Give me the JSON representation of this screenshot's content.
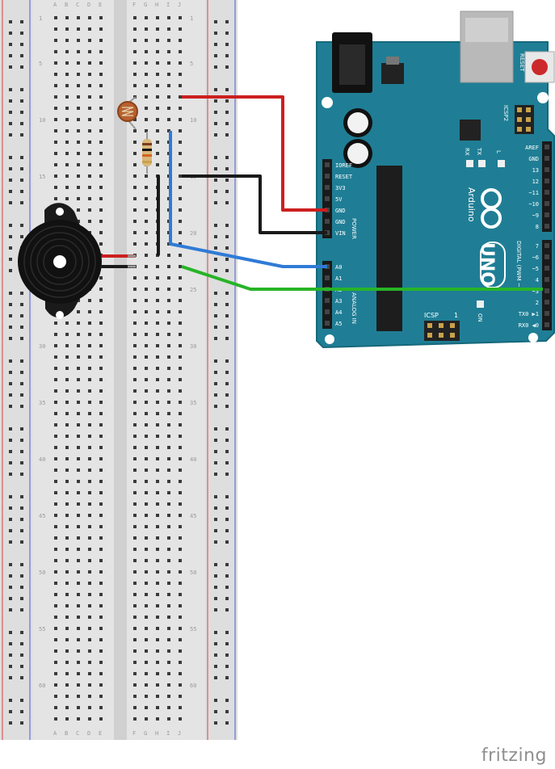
{
  "breadboard": {
    "column_letters_left": [
      "A",
      "B",
      "C",
      "D",
      "E"
    ],
    "column_letters_right": [
      "F",
      "G",
      "H",
      "I",
      "J"
    ],
    "row_numbers": [
      "1",
      "5",
      "10",
      "15",
      "20",
      "25",
      "30",
      "35",
      "40",
      "45",
      "50",
      "55",
      "60"
    ],
    "row_count": 63
  },
  "arduino": {
    "logo_text": "Arduino",
    "model_text": "UNO",
    "reset_label": "RESET",
    "icsp2_label": "ICSP2",
    "icsp_label": "ICSP",
    "icsp_one": "1",
    "rx_label": "RX",
    "tx_label": "TX",
    "l_label": "L",
    "on_label": "ON",
    "power_label": "POWER",
    "analog_label": "ANALOG IN",
    "digital_label": "DIGITAL (PWM ~)",
    "power_pins": [
      "IOREF",
      "RESET",
      "3V3",
      "5V",
      "GND",
      "GND",
      "VIN"
    ],
    "analog_pins": [
      "A0",
      "A1",
      "A2",
      "A3",
      "A4",
      "A5"
    ],
    "digital_header_top": [
      "AREF",
      "GND",
      "13",
      "12",
      "~11",
      "~10",
      "~9",
      "8"
    ],
    "digital_header_bottom": [
      "7",
      "~6",
      "~5",
      "4",
      "~3",
      "2",
      "TX0 ▶1",
      "RX0 ◀0"
    ]
  },
  "wires": {
    "red": "#cc1f1f",
    "black": "#1a1a1a",
    "blue": "#2f7bd6",
    "green": "#27b427"
  },
  "colors": {
    "board": "#1f7e95",
    "board_edge": "#16687c",
    "breadboard": "#e6e6e6",
    "rail_red": "#d94040",
    "rail_blue": "#4a5ad8"
  },
  "brand": "fritzing"
}
